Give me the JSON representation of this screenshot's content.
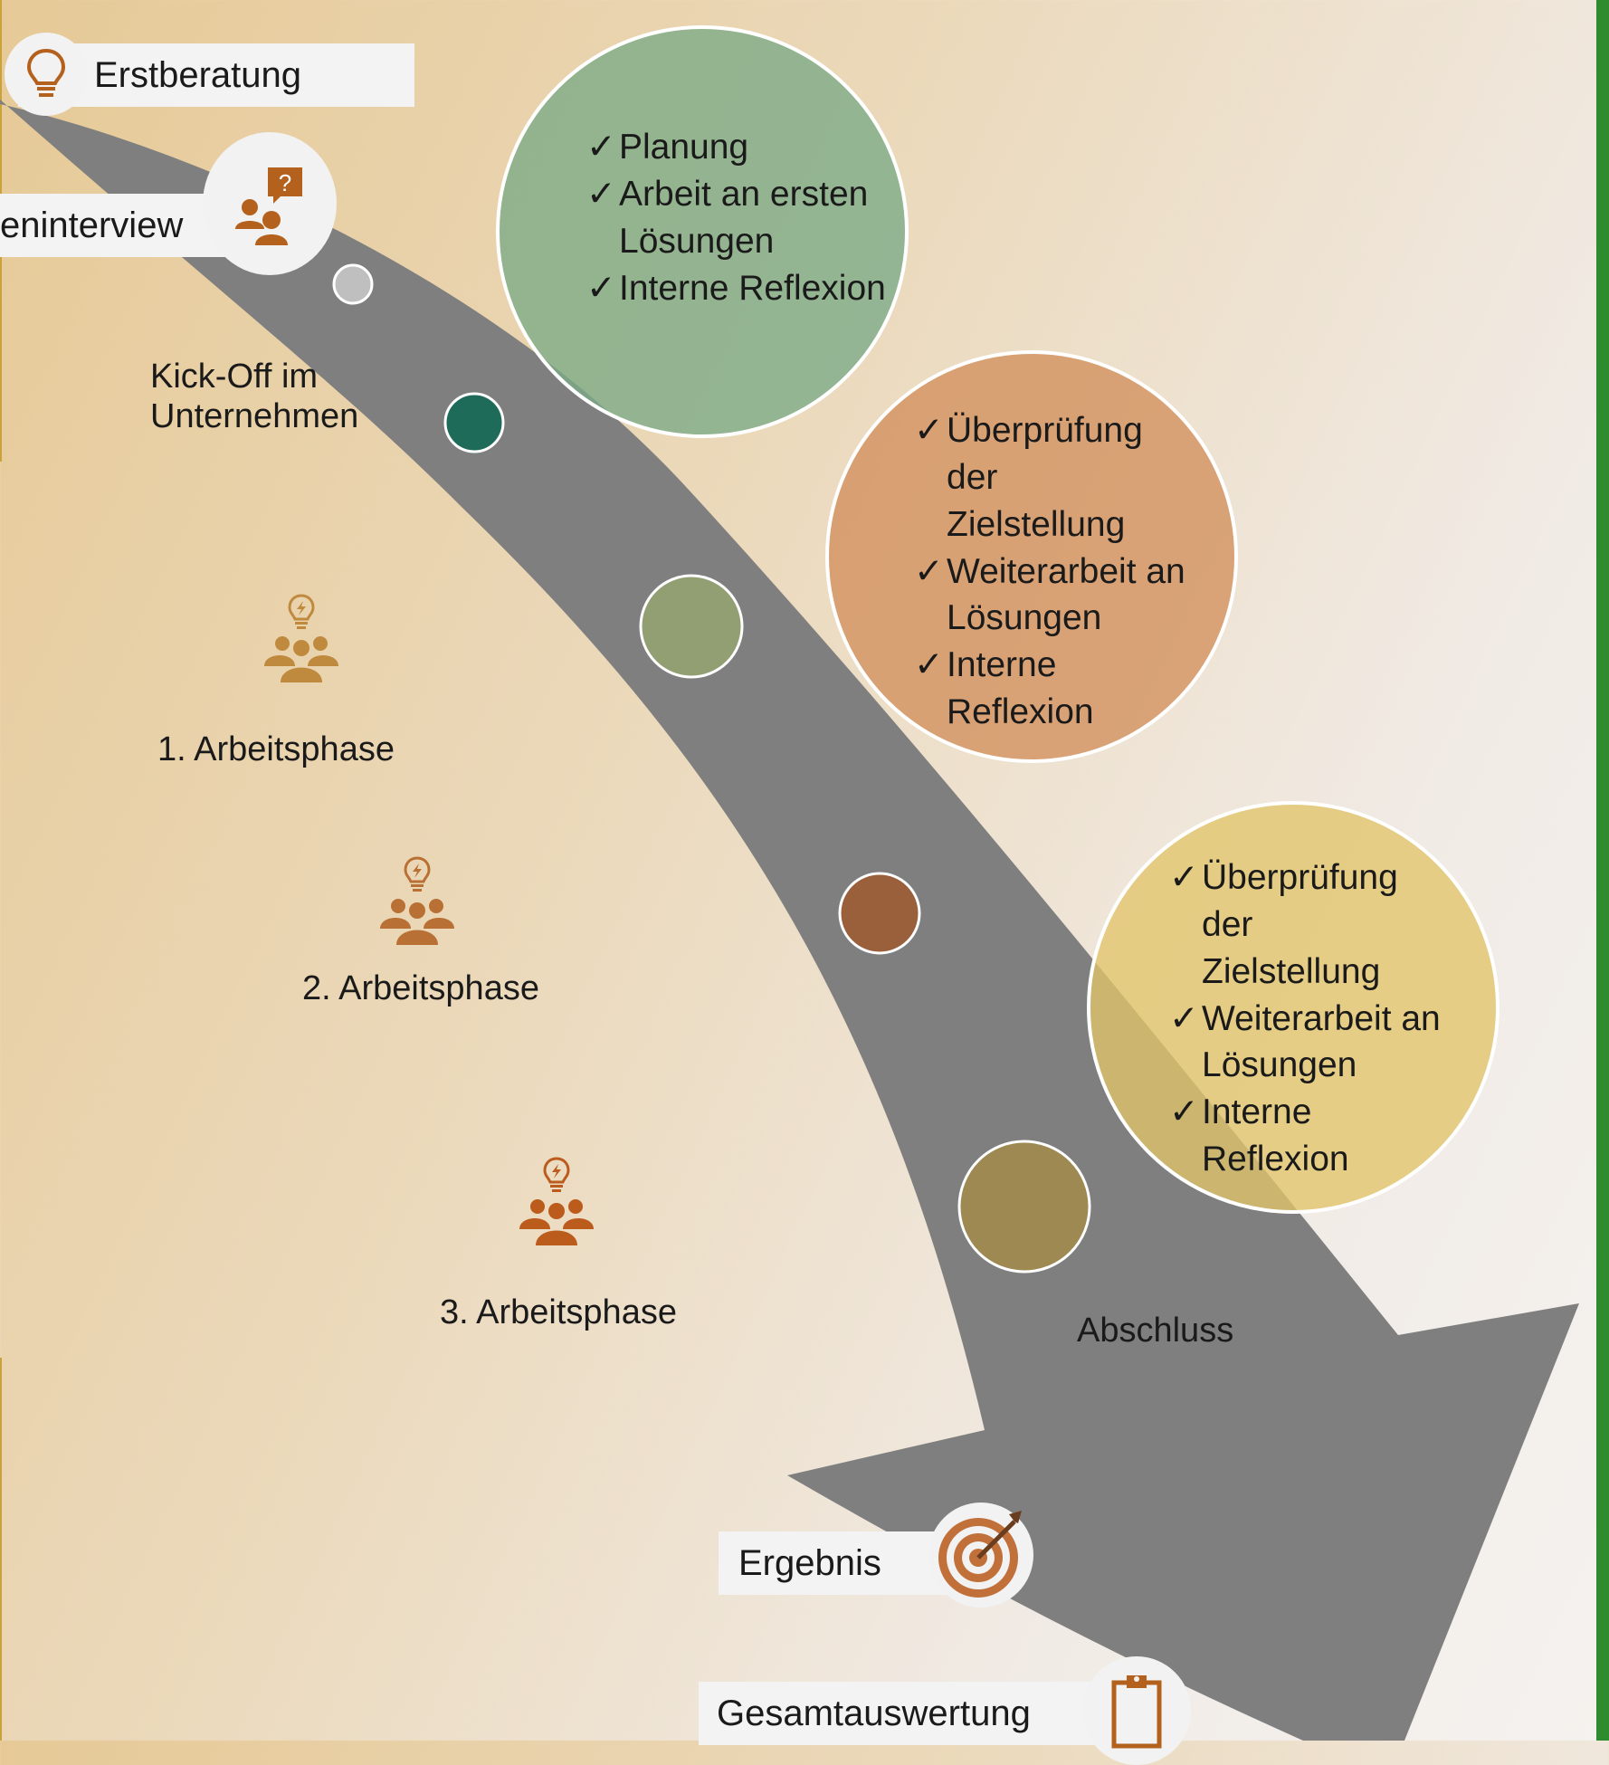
{
  "tags": {
    "erstberatung": "Erstberatung",
    "interview": "eninterview",
    "ergebnis": "Ergebnis",
    "gesamtauswertung": "Gesamtauswertung"
  },
  "labels": {
    "kickoff": "Kick-Off im\nUnternehmen",
    "phase1": "1. Arbeitsphase",
    "phase2": "2. Arbeitsphase",
    "phase3": "3. Arbeitsphase",
    "abschluss": "Abschluss"
  },
  "bubbles": {
    "phase1": {
      "items": [
        "Planung",
        "Arbeit an ersten Lösungen",
        "Interne Reflexion"
      ],
      "color": "#7bab86"
    },
    "phase2": {
      "items": [
        "Überprüfung der Zielstellung",
        "Weiterarbeit an Lösungen",
        "Interne Reflexion"
      ],
      "color": "#d28f5c"
    },
    "phase3": {
      "items": [
        "Überprüfung der Zielstellung",
        "Weiterarbeit an Lösungen",
        "Interne Reflexion"
      ],
      "color": "#e2c46a"
    }
  },
  "colors": {
    "arrow": "#7f7f7f",
    "accent_orange": "#b4611e",
    "dot_grey": "#bfbfbf",
    "dot_teal": "#1f6b5a",
    "dot_sage": "#919f73",
    "dot_brown": "#9a603b",
    "dot_olive": "#9e8952",
    "border_green": "#2e8b2e"
  },
  "icons": {
    "erstberatung": "lightbulb-icon",
    "interview": "interview-question-icon",
    "phase": "team-idea-icon",
    "ergebnis": "target-icon",
    "gesamtauswertung": "clipboard-icon"
  }
}
